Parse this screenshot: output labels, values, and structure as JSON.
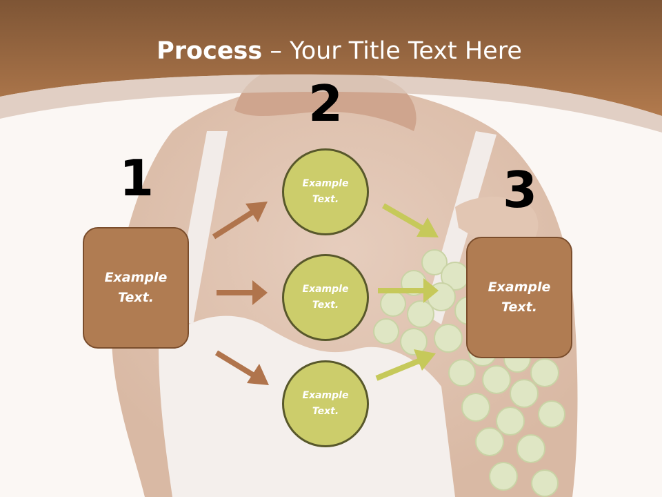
{
  "slide": {
    "title_bold": "Process",
    "title_rest": " – Your Title Text Here",
    "step_numbers": [
      "1",
      "2",
      "3"
    ],
    "left_box": {
      "label": "Example Text."
    },
    "right_box": {
      "label": "Example Text."
    },
    "circles": [
      {
        "label": "Example Text."
      },
      {
        "label": "Example Text."
      },
      {
        "label": "Example Text."
      }
    ],
    "colors": {
      "header_brown": "#a8714b",
      "box_fill": "#b07c52",
      "circle_fill": "#cccd6b",
      "arrow_brown": "#b0744c",
      "arrow_green": "#c6c95a"
    }
  }
}
